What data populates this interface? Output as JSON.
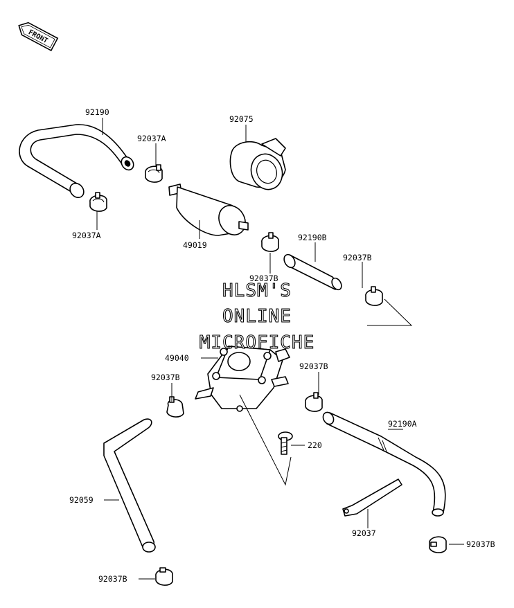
{
  "front_badge": "FRONT",
  "watermark": {
    "line1": "HLSM'S",
    "line2": "ONLINE",
    "line3": "MICROFICHE"
  },
  "callouts": {
    "hose_top": "92190",
    "clamp_top_right": "92037A",
    "clamp_top_left": "92037A",
    "clamp_holder": "92075",
    "fuel_filter": "49019",
    "clamp_filter_out": "92037B",
    "hose_short": "92190B",
    "clamp_short_hose": "92037B",
    "fuel_pump": "49040",
    "clamp_pump_left": "92037B",
    "clamp_pump_right": "92037B",
    "bolt": "220",
    "hose_right": "92190A",
    "hose_left": "92059",
    "strap": "92037",
    "clamp_bottom_right": "92037B",
    "clamp_bottom_left": "92037B"
  }
}
